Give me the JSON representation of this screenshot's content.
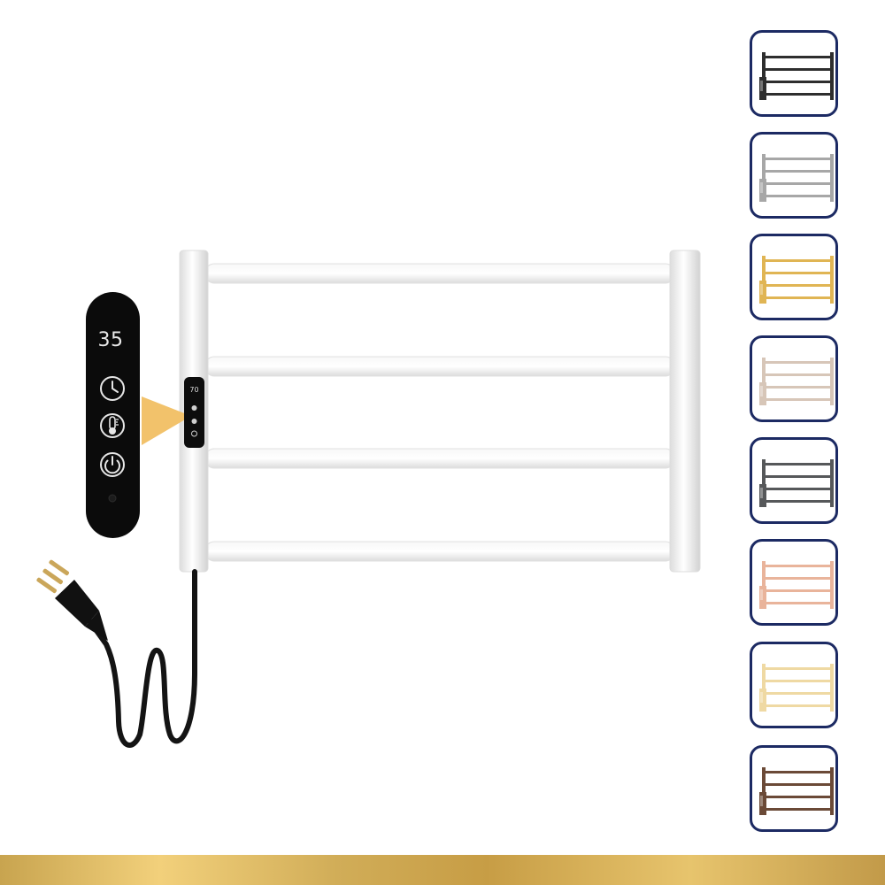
{
  "product": {
    "name": "electric-towel-rack",
    "selected_finish": "white",
    "bar_count": 4
  },
  "control_panel": {
    "temperature": "35",
    "buttons": [
      {
        "icon": "clock-icon"
      },
      {
        "icon": "thermometer-icon"
      },
      {
        "icon": "power-icon"
      }
    ]
  },
  "colors": {
    "accent_gold": "#f2c26b",
    "swatch_border": "#1c2a63",
    "panel_bg": "#0b0b0b",
    "rack_white": "#f3f3f3"
  },
  "swatches": [
    {
      "finish": "black",
      "color": "#2e2e2e"
    },
    {
      "finish": "silver",
      "color": "#a7a7a7"
    },
    {
      "finish": "gold",
      "color": "#e0b554"
    },
    {
      "finish": "champagne",
      "color": "#d7c6b8"
    },
    {
      "finish": "gunmetal",
      "color": "#56585a"
    },
    {
      "finish": "rose-gold",
      "color": "#e9b49b"
    },
    {
      "finish": "light-gold",
      "color": "#efd9a3"
    },
    {
      "finish": "bronze",
      "color": "#6b4a37"
    }
  ]
}
